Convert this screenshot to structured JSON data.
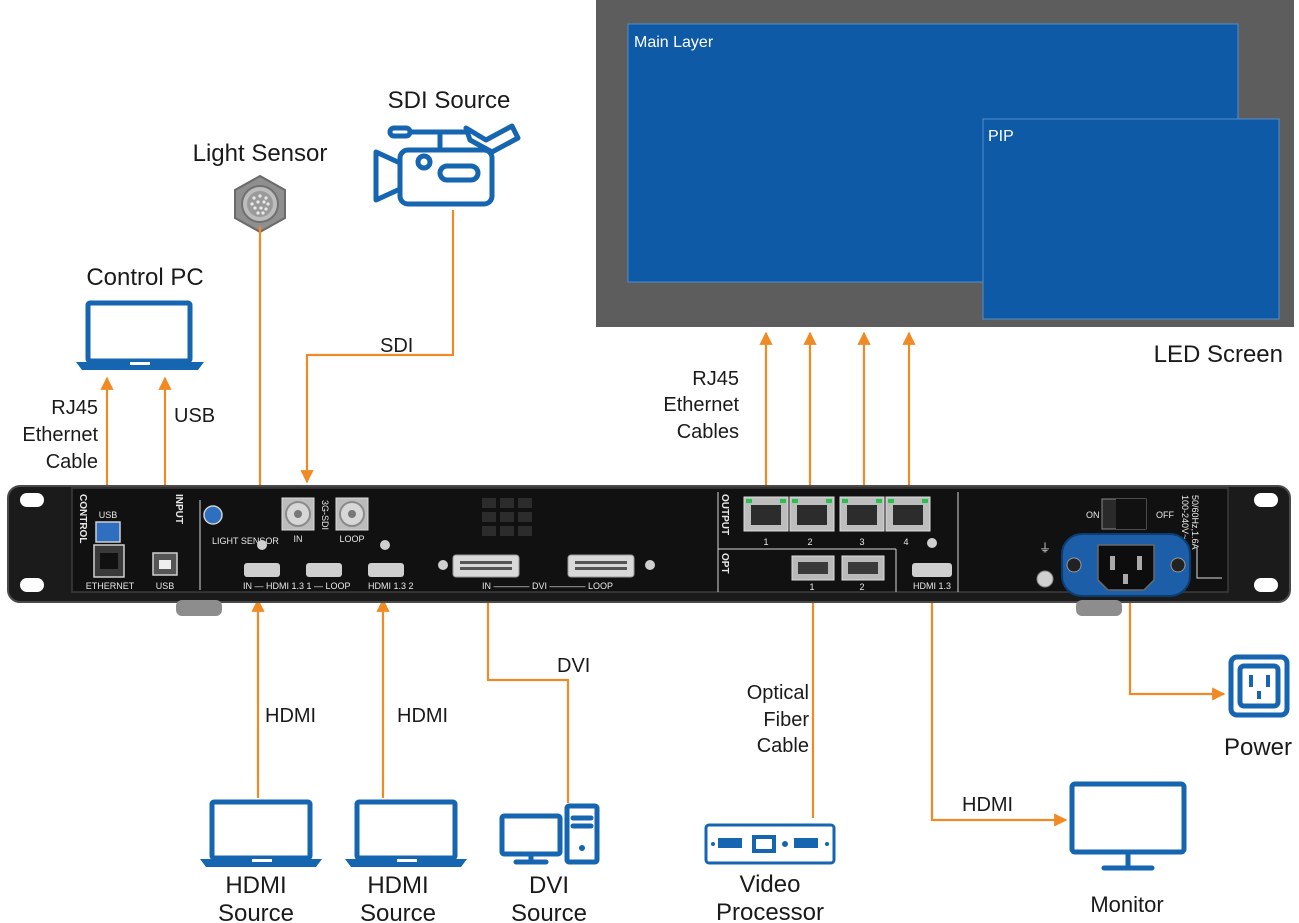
{
  "screen": {
    "main_layer": "Main Layer",
    "pip": "PIP",
    "caption": "LED Screen"
  },
  "labels": {
    "sdi_source": "SDI Source",
    "light_sensor": "Light Sensor",
    "control_pc": "Control PC",
    "rj45_cable": [
      "RJ45",
      "Ethernet",
      "Cable"
    ],
    "usb": "USB",
    "sdi": "SDI",
    "rj45_cables": [
      "RJ45",
      "Ethernet",
      "Cables"
    ],
    "hdmi_1": "HDMI",
    "hdmi_2": "HDMI",
    "dvi": "DVI",
    "optical": [
      "Optical",
      "Fiber",
      "Cable"
    ],
    "hdmi_out": "HDMI",
    "power": "Power",
    "hdmi_source_1": [
      "HDMI",
      "Source"
    ],
    "hdmi_source_2": [
      "HDMI",
      "Source"
    ],
    "dvi_source": [
      "DVI",
      "Source"
    ],
    "video_processor": [
      "Video",
      "Processor"
    ],
    "monitor": "Monitor"
  },
  "device": {
    "control": "CONTROL",
    "input": "INPUT",
    "output": "OUTPUT",
    "opt": "OPT",
    "usb_top": "USB",
    "ethernet": "ETHERNET",
    "usb_bottom": "USB",
    "light_sensor": "LIGHT SENSOR",
    "sdi_type": "3G-SDI",
    "sdi_in": "IN",
    "sdi_loop": "LOOP",
    "hdmi1": "IN — HDMI 1.3 1 — LOOP",
    "hdmi2": "HDMI 1.3 2",
    "dvi": "IN ———— DVI ———— LOOP",
    "out_ports": [
      "1",
      "2",
      "3",
      "4"
    ],
    "opt_ports": [
      "1",
      "2"
    ],
    "hdmi_out": "HDMI 1.3",
    "on": "ON",
    "off": "OFF",
    "rating": [
      "50/60Hz,1.6A",
      "100-240V~"
    ]
  }
}
